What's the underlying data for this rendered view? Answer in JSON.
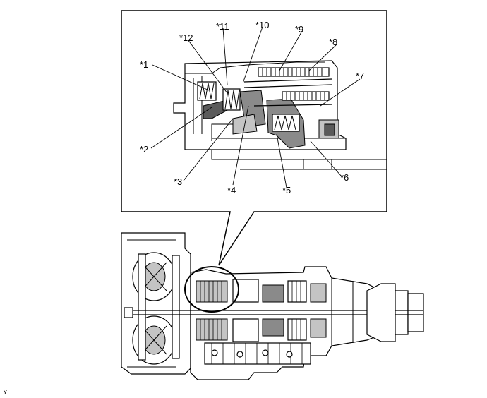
{
  "callouts": {
    "c1": "*1",
    "c2": "*2",
    "c3": "*3",
    "c4": "*4",
    "c5": "*5",
    "c6": "*6",
    "c7": "*7",
    "c8": "*8",
    "c9": "*9",
    "c10": "*10",
    "c11": "*11",
    "c12": "*12"
  },
  "corner_mark": "Y"
}
